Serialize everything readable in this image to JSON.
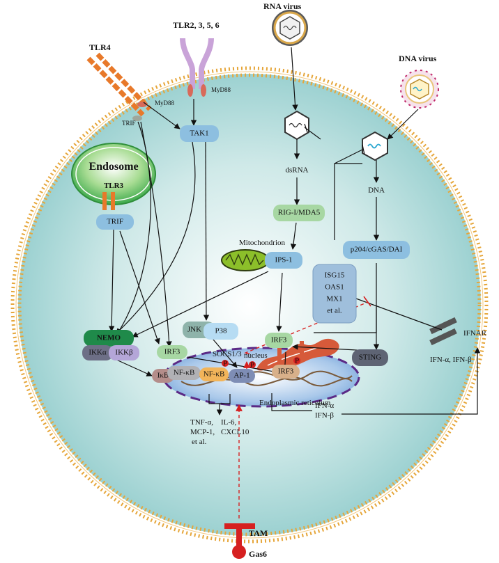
{
  "receptors": {
    "tlr4": "TLR4",
    "tlr2356": "TLR2, 3, 5, 6",
    "myd88_left": "MyD88",
    "myd88_right": "MyD88",
    "trif_membrane": "TRIF",
    "ifnar": "IFNAR",
    "tam": "TAM",
    "gas6": "Gas6"
  },
  "viruses": {
    "rna": "RNA virus",
    "dna": "DNA virus"
  },
  "endosome": {
    "title": "Endosome",
    "tlr3": "TLR3",
    "trif": "TRIF"
  },
  "nodes": {
    "tak1": "TAK1",
    "dsrna": "dsRNA",
    "dna": "DNA",
    "rig": "RIG-I/MDA5",
    "mito": "Mitochondrion",
    "ips1": "IPS-1",
    "p204": "p204/cGAS/DAI",
    "isg": [
      "ISG15",
      "OAS1",
      "MX1",
      "et al."
    ],
    "jnk": "JNK",
    "p38": "P38",
    "irf3_a": "IRF3",
    "irf3_b": "IRF3",
    "nemo": "NEMO",
    "ikka": "IKKα",
    "ikkb": "IKKβ",
    "socs": "SOCS1/3",
    "sting": "STING",
    "er": "Endoplasmic reticulum",
    "ikb": "IκB",
    "nfkb": "NF-κB",
    "nucleus": "nucleus"
  },
  "nucleus_factors": {
    "nfkb": "NF-κB",
    "ap1": "AP-1",
    "irf3": "IRF3",
    "p": "P"
  },
  "outputs": {
    "cytokines_left": [
      "TNF-α,",
      "MCP-1,",
      "et al."
    ],
    "cytokines_right": [
      "IL-6,",
      "CXCL10"
    ],
    "ifn_nucleus": [
      "IFN-α",
      "IFN-β"
    ],
    "ifn_receptor": "IFN-α,  IFN-β"
  },
  "colors": {
    "cell_fill": "#b9dfe0",
    "membrane": "#e6a63a",
    "node_blue": "#8dbfe0",
    "node_green": "#a7d7a3",
    "nemo": "#1f8a4a",
    "er": "#d65a3a",
    "inhibit_red": "#d62020"
  }
}
